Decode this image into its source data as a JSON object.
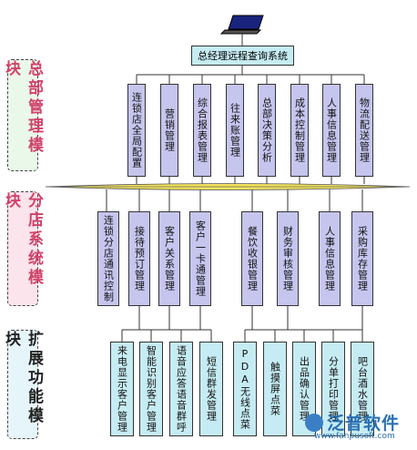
{
  "root_title": "总经理远程查询系统",
  "modules": [
    {
      "label": "总部管理模块",
      "color": "#d2426b",
      "bg": "#e8f7e8"
    },
    {
      "label": "分店系统模块",
      "color": "#d2426b",
      "bg": "#fbe3ec"
    },
    {
      "label": "扩展功能模块",
      "color": "#222222",
      "bg": "#e6f5fa"
    }
  ],
  "hq_items": [
    "连锁店全局配置",
    "营销管理",
    "综合报表管理",
    "往来账管理",
    "总部决策分析",
    "成本控制管理",
    "人事信息管理",
    "物流配送管理"
  ],
  "branch_items": [
    "连锁分店通讯控制",
    "接待预订管理",
    "客户关系管理",
    "客户一卡通管理",
    "餐饮收银管理",
    "财务审核管理",
    "人事信息管理",
    "采购库存管理"
  ],
  "ext_items": [
    "来电显示客户管理",
    "智能识别客户管理",
    "语音应答语音群呼",
    "短信群发管理",
    "PDA无线点菜",
    "触摸屏点菜",
    "出品确认管理",
    "分单打印管理",
    "吧台酒水管理"
  ],
  "logo": {
    "name": "泛普软件",
    "url": "www.fanpusoft.com"
  }
}
